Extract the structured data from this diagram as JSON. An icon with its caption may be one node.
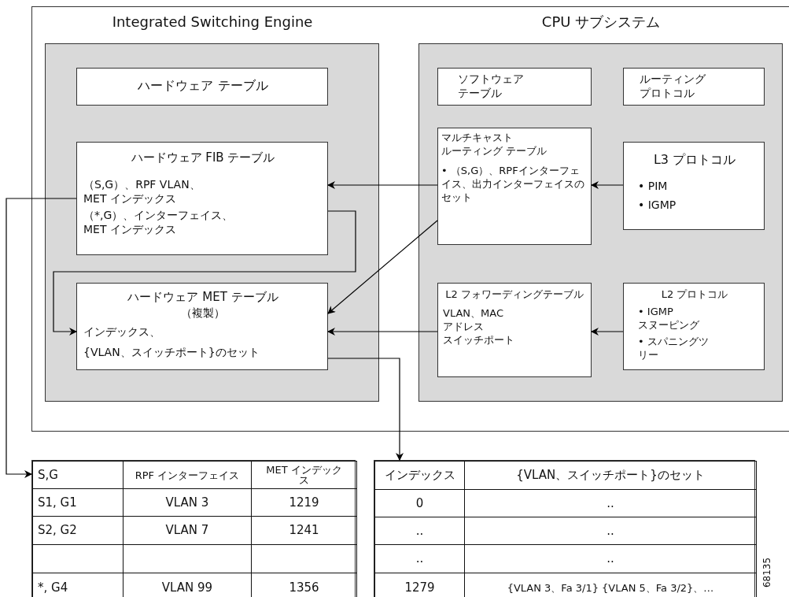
{
  "diagram": {
    "nodes": [
      {
        "text": [],
        "shape": "box"
      },
      {
        "text": [
          "Integrated Switching Engine"
        ],
        "in": 0
      },
      {
        "text": [
          "ハードウェア テーブル"
        ],
        "in": 1
      },
      {
        "text": [
          "ハードウェア FIB テーブル",
          "（S,G）、RPF VLAN、MET インデックス",
          "（*,G）、インターフェイス、MET インデックス"
        ],
        "in": 1
      },
      {
        "text": [
          "ハードウェア MET テーブル",
          "（複製）",
          "インデックス、",
          "{VLAN、スイッチポート}のセット"
        ],
        "in": 1
      },
      {
        "text": [
          "CPU サブシステム"
        ],
        "in": 0
      },
      {
        "text": [
          "ソフトウェアテーブル"
        ],
        "in": 5
      },
      {
        "text": [
          "ルーティングプロトコル"
        ],
        "in": 5
      },
      {
        "text": [
          "マルチキャストルーティング テーブル",
          "• （S,G）、RPFインターフェイス、出力インターフェイスのセット"
        ],
        "in": 5
      },
      {
        "text": [
          "L3 プロトコル",
          "• PIM",
          "• IGMP"
        ],
        "in": 5
      },
      {
        "text": [
          "L2 フォワーディングテーブル",
          "VLAN、MACアドレス",
          "スイッチポート"
        ],
        "in": 5
      },
      {
        "text": [
          "L2 プロトコル",
          "• IGMP スヌーピング",
          "• スパニングツリー"
        ],
        "in": 5
      },
      {
        "text": [],
        "shape": "box"
      },
      {
        "text": [],
        "shape": "box"
      }
    ],
    "edges": [
      {
        "from": 3,
        "to": 12,
        "arrow": "to"
      },
      {
        "from": 3,
        "to": 4,
        "arrow": "to"
      },
      {
        "from": 8,
        "to": 3,
        "arrow": "to"
      },
      {
        "from": 8,
        "to": 4,
        "arrow": "to"
      },
      {
        "from": 9,
        "to": 8,
        "arrow": "to"
      },
      {
        "from": 10,
        "to": 4,
        "arrow": "to"
      },
      {
        "from": 11,
        "to": 10,
        "arrow": "to"
      },
      {
        "from": 4,
        "to": 13,
        "arrow": "to"
      }
    ],
    "labels": [
      "S,G",
      "RPF インターフェイス",
      "MET インデックス",
      "S1, G1",
      "VLAN 3",
      "1219",
      "S2, G2",
      "VLAN 7",
      "1241",
      "*,  G4",
      "VLAN 99",
      "1356",
      "インデックス",
      "{VLAN、スイッチポート}のセット",
      "0",
      "..",
      "..",
      "..",
      "..",
      "..",
      "1279",
      "{VLAN 3、Fa 3/1} {VLAN 5、Fa 3/2}、…",
      "68135"
    ]
  }
}
